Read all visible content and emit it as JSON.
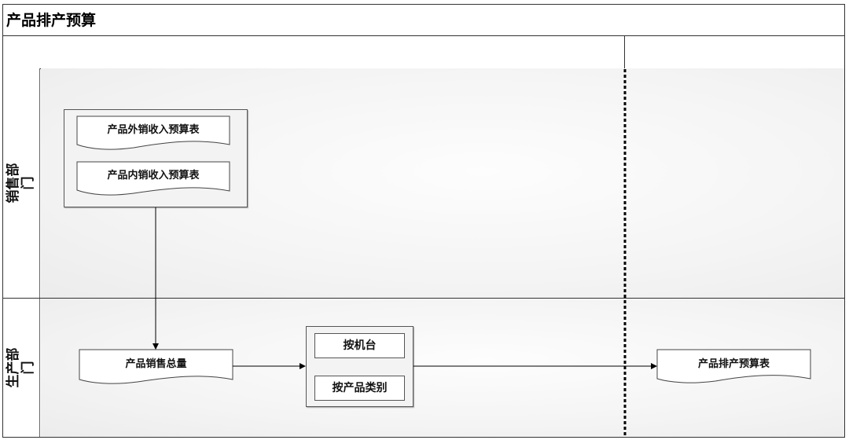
{
  "title": "产品排产预算",
  "lanes": [
    {
      "label": "销售部门"
    },
    {
      "label": "生产部门"
    }
  ],
  "nodes": {
    "export_budget": "产品外销收入预算表",
    "domestic_budget": "产品内销收入预算表",
    "total_sales": "产品销售总量",
    "by_machine": "按机台",
    "by_category": "按产品类别",
    "schedule_budget": "产品排产预算表"
  }
}
